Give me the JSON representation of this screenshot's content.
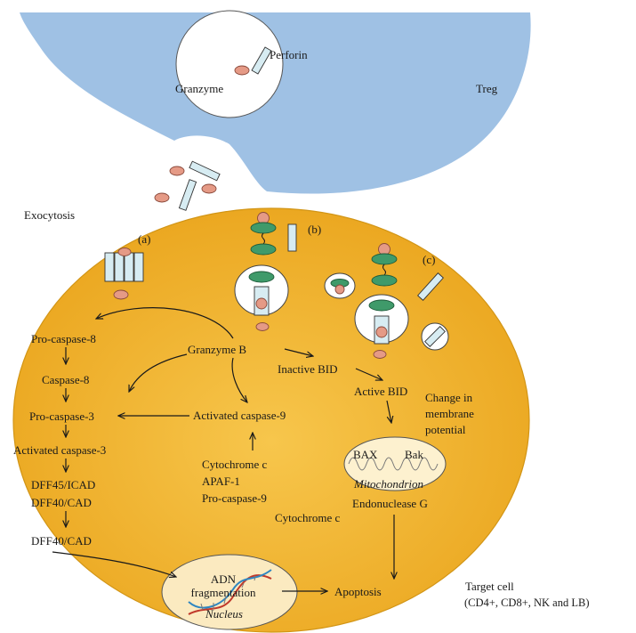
{
  "colors": {
    "treg_fill": "#9fc1e4",
    "target_cell_fill": "#f2b230",
    "target_cell_stroke": "#d29516",
    "granzyme_dot": "#e59a86",
    "perforin_fill": "#d7ecf2",
    "receptor_green": "#3f9a6a",
    "nucleus_fill": "#fbeac0",
    "mito_fill": "#fdf1cf"
  },
  "icons": {
    "granzyme": "granzyme-dot",
    "perforin": "perforin-rect",
    "receptor": "receptor-complex",
    "pore": "perforin-pore",
    "endosome": "endosome-vesicle",
    "dna": "dna-helix"
  },
  "labels": {
    "perforin": "Perforin",
    "granzyme": "Granzyme",
    "treg": "Treg",
    "exocytosis": "Exocytosis",
    "panel_a": "(a)",
    "panel_b": "(b)",
    "panel_c": "(c)",
    "granzyme_b": "Granzyme B",
    "pro_caspase_8": "Pro-caspase-8",
    "caspase_8": "Caspase-8",
    "pro_caspase_3": "Pro-caspase-3",
    "activated_caspase_3": "Activated caspase-3",
    "dff45_icad": "DFF45/ICAD",
    "dff40_cad_1": "DFF40/CAD",
    "dff40_cad_2": "DFF40/CAD",
    "activated_caspase_9": "Activated caspase-9",
    "cytochrome_c_1": "Cytochrome c",
    "apaf_1": "APAF-1",
    "pro_caspase_9": "Pro-caspase-9",
    "inactive_bid": "Inactive BID",
    "active_bid": "Active BID",
    "change_1": "Change in",
    "change_2": "membrane",
    "change_3": "potential",
    "bax": "BAX",
    "bak": "Bak",
    "mitochondrion": "Mitochondrion",
    "endonuclease_g": "Endonuclease G",
    "cytochrome_c_2": "Cytochrome c",
    "adn": "ADN",
    "fragmentation": "fragmentation",
    "nucleus": "Nucleus",
    "apoptosis": "Apoptosis",
    "target_cell_1": "Target cell",
    "target_cell_2": "(CD4+, CD8+, NK and LB)"
  }
}
